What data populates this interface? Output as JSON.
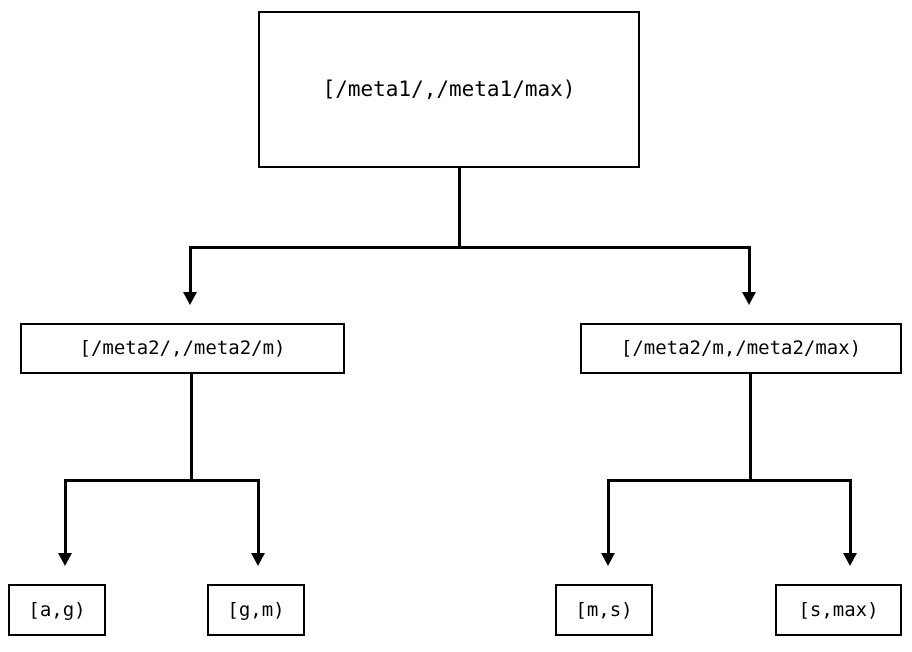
{
  "diagram": {
    "type": "binary-interval-tree",
    "orientation": "top-down",
    "background_color": "#ffffff",
    "line_color": "#000000",
    "text_color": "#000000",
    "nodes": {
      "root": {
        "label": "[/meta1/,/meta1/max)"
      },
      "mid_left": {
        "label": "[/meta2/,/meta2/m)"
      },
      "mid_right": {
        "label": "[/meta2/m,/meta2/max)"
      },
      "leaf_1": {
        "label": "[a,g)"
      },
      "leaf_2": {
        "label": "[g,m)"
      },
      "leaf_3": {
        "label": "[m,s)"
      },
      "leaf_4": {
        "label": "[s,max)"
      }
    },
    "edges": [
      {
        "from": "root",
        "to": "mid_left",
        "arrowhead": "filled-triangle-down"
      },
      {
        "from": "root",
        "to": "mid_right",
        "arrowhead": "filled-triangle-down"
      },
      {
        "from": "mid_left",
        "to": "leaf_1",
        "arrowhead": "filled-triangle-down"
      },
      {
        "from": "mid_left",
        "to": "leaf_2",
        "arrowhead": "filled-triangle-down"
      },
      {
        "from": "mid_right",
        "to": "leaf_3",
        "arrowhead": "filled-triangle-down"
      },
      {
        "from": "mid_right",
        "to": "leaf_4",
        "arrowhead": "filled-triangle-down"
      }
    ]
  }
}
